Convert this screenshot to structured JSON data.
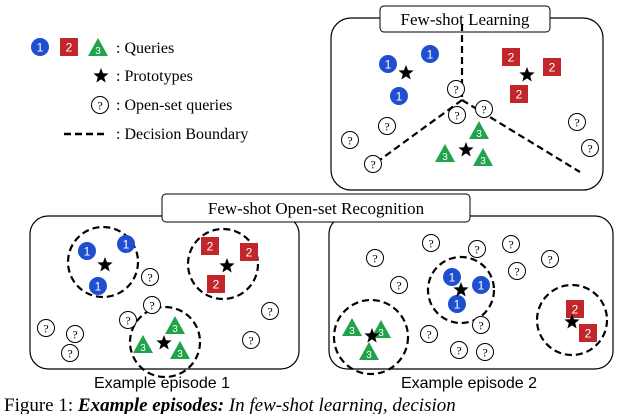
{
  "legend": {
    "queries": ": Queries",
    "prototypes": ": Prototypes",
    "open_set": ": Open-set queries",
    "boundary": ": Decision Boundary",
    "marker_1": "1",
    "marker_2": "2",
    "marker_3": "3",
    "open_mark": "?"
  },
  "panels": {
    "fsl_title": "Few-shot Learning",
    "fsor_title": "Few-shot Open-set Recognition",
    "episode1": "Example episode 1",
    "episode2": "Example episode 2"
  },
  "caption": {
    "prefix": "Figure 1: ",
    "emph": "Example episodes:",
    "rest": " In few-shot learning, decision"
  },
  "colors": {
    "class1": "#1f4fd0",
    "class2": "#c0262a",
    "class3": "#21a34a",
    "ink": "#000000"
  },
  "icons": {
    "class1": "blue-circle-icon",
    "class2": "red-square-icon",
    "class3": "green-triangle-icon",
    "prototype": "star-icon",
    "open": "question-circle-icon"
  }
}
